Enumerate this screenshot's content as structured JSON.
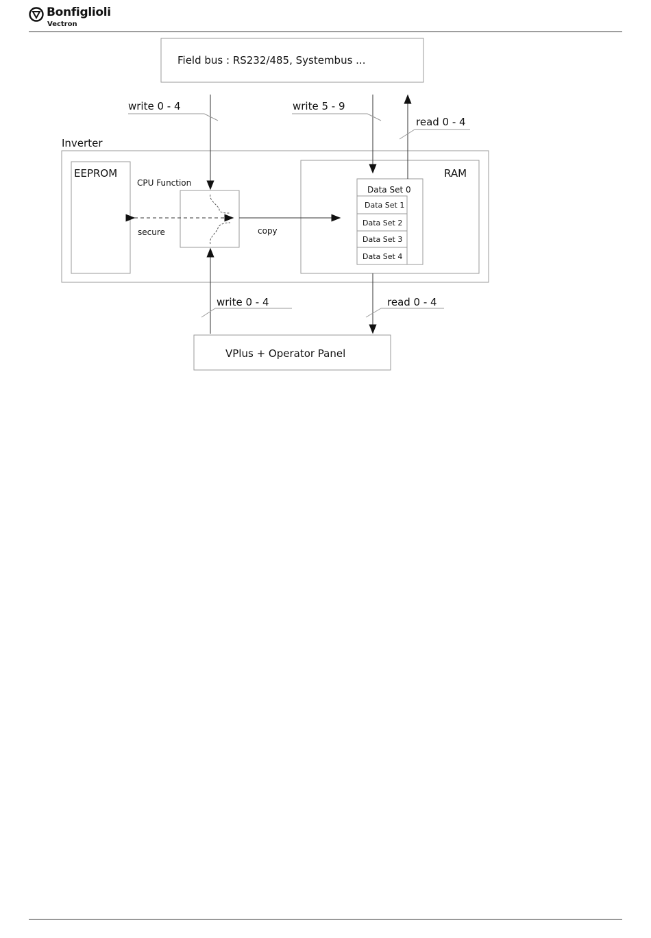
{
  "header": {
    "brand": "Bonfiglioli",
    "sub_brand": "Vectron"
  },
  "diagram": {
    "field_bus": "Field bus : RS232/485, Systembus ...",
    "inverter": "Inverter",
    "eeprom": "EEPROM",
    "ram": "RAM",
    "cpu_function": "CPU Function",
    "secure": "secure",
    "copy": "copy",
    "top_write_left": "write 0 - 4",
    "top_write_right": "write 5 - 9",
    "top_read": "read 0 - 4",
    "bottom_write": "write 0 - 4",
    "bottom_read": "read 0 - 4",
    "data_sets": [
      "Data Set 0",
      "Data Set 1",
      "Data Set 2",
      "Data Set 3",
      "Data Set 4"
    ],
    "operator_panel": "VPlus + Operator Panel"
  }
}
